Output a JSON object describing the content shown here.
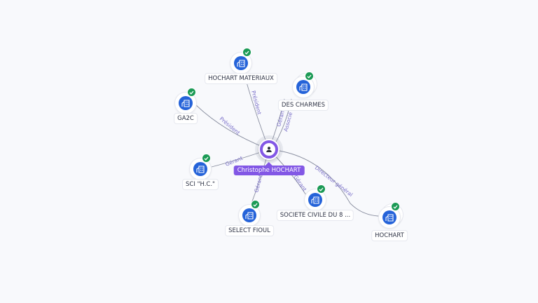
{
  "person": {
    "name": "Christophe HOCHART",
    "icon": "person-icon",
    "color": "#8257e5"
  },
  "companies": [
    {
      "id": "hochart-materiaux",
      "name": "HOCHART MATERIAUX",
      "icon": "building-icon",
      "verified": true
    },
    {
      "id": "des-charmes",
      "name": "DES CHARMES",
      "icon": "building-icon",
      "verified": true
    },
    {
      "id": "ga2c",
      "name": "GA2C",
      "icon": "building-icon",
      "verified": true
    },
    {
      "id": "sci-hc",
      "name": "SCI \"H.C.\"",
      "icon": "building-icon",
      "verified": true
    },
    {
      "id": "select-fioul",
      "name": "SELECT FIOUL",
      "icon": "building-icon",
      "verified": true
    },
    {
      "id": "societe-civile",
      "name": "SOCIETE CIVILE DU 8 ...",
      "icon": "building-icon",
      "verified": true
    },
    {
      "id": "hochart",
      "name": "HOCHART",
      "icon": "building-icon",
      "verified": true
    }
  ],
  "relations": [
    {
      "to": "hochart-materiaux",
      "role": "Président"
    },
    {
      "to": "des-charmes",
      "role": "Gérant"
    },
    {
      "to": "des-charmes",
      "role": "Associé"
    },
    {
      "to": "ga2c",
      "role": "Président"
    },
    {
      "to": "sci-hc",
      "role": "Gérant"
    },
    {
      "to": "select-fioul",
      "role": "Gérant"
    },
    {
      "to": "societe-civile",
      "role": "Gérant"
    },
    {
      "to": "hochart",
      "role": "Directeur général"
    }
  ],
  "colors": {
    "company": "#2563d9",
    "verified": "#1b9a55",
    "edge": "#8a8fa0",
    "edge_label": "#7a6fc9"
  }
}
